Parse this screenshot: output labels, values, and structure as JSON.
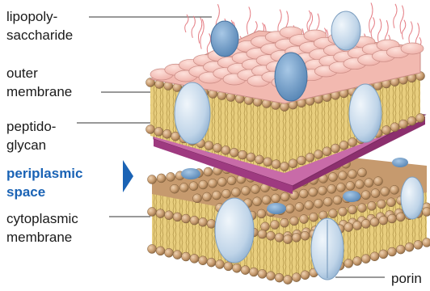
{
  "labels": {
    "lps": "lipopoly-\nsaccharide",
    "outer": "outer\nmembrane",
    "pg": "peptido-\nglycan",
    "peri": "periplasmic\nspace",
    "cyto": "cytoplasmic\nmembrane",
    "porin": "porin"
  },
  "colors": {
    "label_text": "#1a1a1a",
    "highlight": "#1a63b5",
    "lps_chain": "#e57f86",
    "lps_head": "#f6c7c0",
    "head_bead": "#c69a6e",
    "lipid_tail": "#e8ce7e",
    "protein": "#c9dcec",
    "protein_dark": "#6d9ac4",
    "peptidoglycan_top": "#c86ba8",
    "peptidoglycan_side": "#8c2f6e",
    "leader": "#333333"
  },
  "icons": {
    "arrow": "triangle-right-arrow-icon"
  }
}
